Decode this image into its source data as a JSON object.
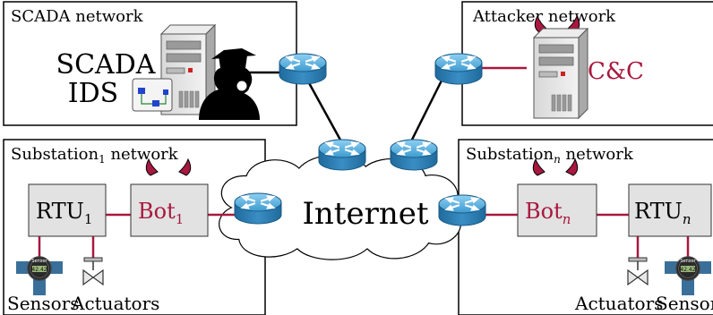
{
  "networks": {
    "scada": "SCADA network",
    "attacker": "Attacker network",
    "substation1": {
      "prefix": "Substation",
      "sub": "1",
      "suffix": " network"
    },
    "substationn": {
      "prefix": "Substation",
      "sub": "n",
      "suffix": " network"
    }
  },
  "scada_ids": {
    "line1": "SCADA",
    "line2": "IDS"
  },
  "cc_label": "C&C",
  "internet_label": "Internet",
  "rtu1": {
    "base": "RTU",
    "sub": "1"
  },
  "rtun": {
    "base": "RTU",
    "sub": "n"
  },
  "bot1": {
    "base": "Bot",
    "sub": "1"
  },
  "botn": {
    "base": "Bot",
    "sub": "n"
  },
  "sensor": {
    "label": "Sensor",
    "value": "42.42"
  },
  "labels": {
    "sensors_left": "Sensors",
    "actuators_left": "Actuators",
    "actuators_right": "Actuators",
    "sensors_right": "Sensors"
  },
  "colors": {
    "bot_red": "#a8183f",
    "router_blue": "#2e7eb3",
    "box_gray": "#e2e2e2"
  }
}
